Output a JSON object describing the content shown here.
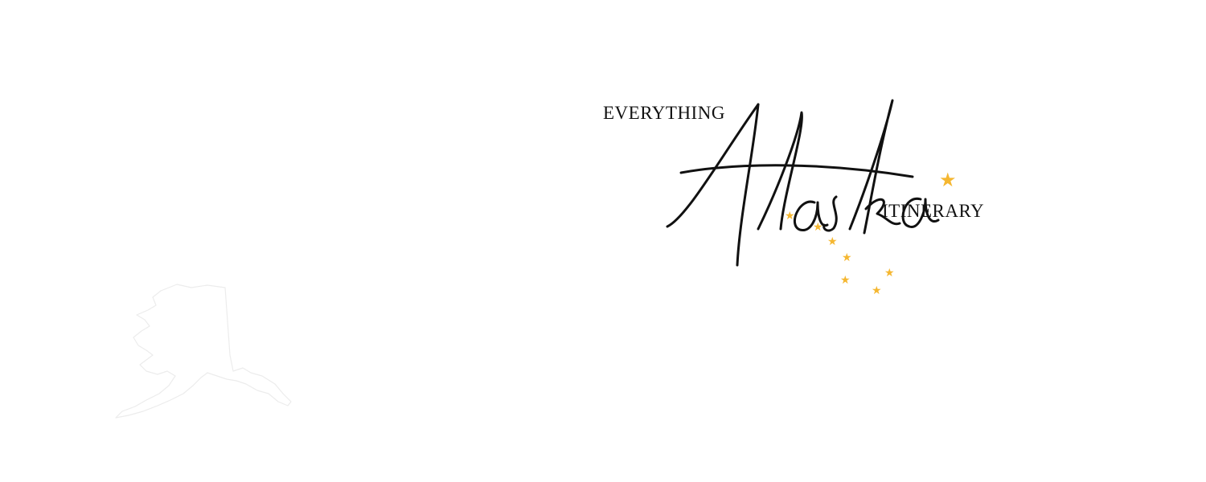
{
  "logo": {
    "top_text": "EVERYTHING",
    "script_text": "Alaska",
    "bottom_text": "ITINERARY"
  },
  "icons": {
    "map": "alaska-map-outline-icon",
    "star": "star-icon"
  },
  "colors": {
    "background": "#ffffff",
    "text": "#111111",
    "star": "#f5b731",
    "map_outline": "#ececec"
  }
}
